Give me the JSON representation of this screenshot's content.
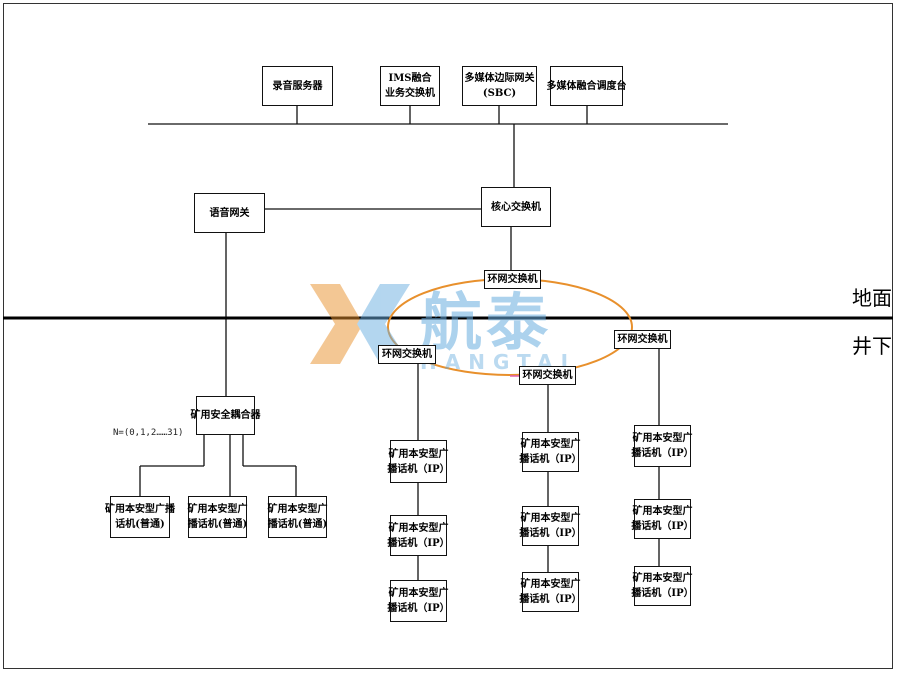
{
  "zones": {
    "ground": "地面",
    "underground": "井下"
  },
  "ground": {
    "recording_server": "录音服务器",
    "ims_switch": [
      "IMS融合",
      "业务交换机"
    ],
    "sbc": [
      "多媒体边际网关",
      "(SBC)"
    ],
    "dispatch_console": "多媒体融合调度台",
    "voice_gateway": "语音网关",
    "core_switch": "核心交换机",
    "ring_switch_top": "环网交换机"
  },
  "underground": {
    "ring_switch_left": "环网交换机",
    "ring_switch_mid": "环网交换机",
    "ring_switch_right": "环网交换机",
    "safety_coupler": "矿用安全耦合器",
    "n_note": "N=(0,1,2……31)",
    "analog_phones": [
      [
        "矿用本安型广播",
        "话机(普通)"
      ],
      [
        "矿用本安型广",
        "播话机(普通)"
      ],
      [
        "矿用本安型广",
        "播话机(普通)"
      ]
    ],
    "ip_phone": [
      "矿用本安型广",
      "播话机（IP）"
    ]
  },
  "watermark": {
    "text": "航泰",
    "sub": "HANGTAI"
  },
  "colors": {
    "line": "#111111",
    "ellipse": "#e8902c",
    "watermark": "#6aaee0"
  }
}
